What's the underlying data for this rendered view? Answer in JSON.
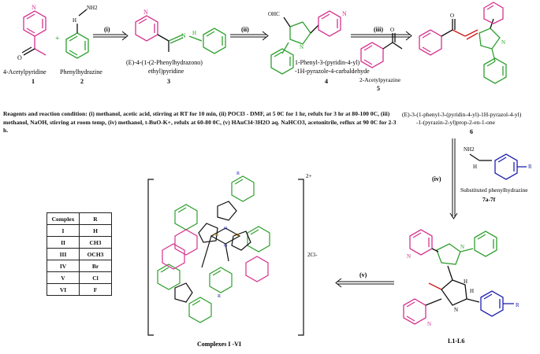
{
  "compounds": {
    "c1": {
      "name": "4-Acetylpyridine",
      "number": "1"
    },
    "c2": {
      "name": "Phenylhydrazine",
      "number": "2",
      "nh2": "NH2"
    },
    "c3": {
      "name_l1": "(E)-4-(1-(2-Phenylhydrazono)",
      "name_l2": "ethyl)pyridine",
      "number": "3"
    },
    "c4": {
      "name_l1": "1-Phenyl-3-(pyridin-4-yl)",
      "name_l2": "-1H-pyrazole-4-carbaldehyde",
      "number": "4",
      "cho": "OHC"
    },
    "c5": {
      "name": "2-Acetylpyrazine",
      "number": "5"
    },
    "c6": {
      "name_l1": "(E)-3-(1-phenyl-3-(pyridin-4-yl)-1H-pyrazol-4-yl)",
      "name_l2": "-1-(pyrazin-2-yl)prop-2-en-1-one",
      "number": "6"
    },
    "c7": {
      "name": "Substituted phenylhydrazine",
      "number": "7a-7f",
      "r": "R"
    },
    "ligand": {
      "label": "L1-L6"
    },
    "complex": {
      "label": "Complexes I -VI",
      "charge": "2+",
      "counter": "2Cl-"
    }
  },
  "steps": [
    "(i)",
    "(ii)",
    "(iii)",
    "(iv)",
    "(v)"
  ],
  "conditions": {
    "title": "Reagents and reaction condition:",
    "text": "(i) methanol, acetic acid, stirring at RT for 10 min, (ii) POCl3 - DMF, at 5 0C for 1 hr, refulx for 3 hr at 80-100 0C, (iii) methanol, NaOH, stirring at room temp, (iv) methanol, t-BuO-K+, refulx at 60-80 0C, (v) HAuCl4·3H2O aq. NaHCO3, acetonitrile, reflux at 90 0C for 2-3 h."
  },
  "table": {
    "headers": [
      "Complex",
      "R"
    ],
    "rows": [
      [
        "I",
        "H"
      ],
      [
        "II",
        "CH3"
      ],
      [
        "III",
        "OCH3"
      ],
      [
        "IV",
        "Br"
      ],
      [
        "V",
        "Cl"
      ],
      [
        "VI",
        "F"
      ]
    ]
  },
  "atoms": {
    "N": "N",
    "O": "O",
    "Au": "Au",
    "H": "H"
  },
  "colors": {
    "pink": "#d6338f",
    "green": "#2ea02e",
    "blue": "#2020b0",
    "red": "#d01818",
    "black": "#111111"
  }
}
